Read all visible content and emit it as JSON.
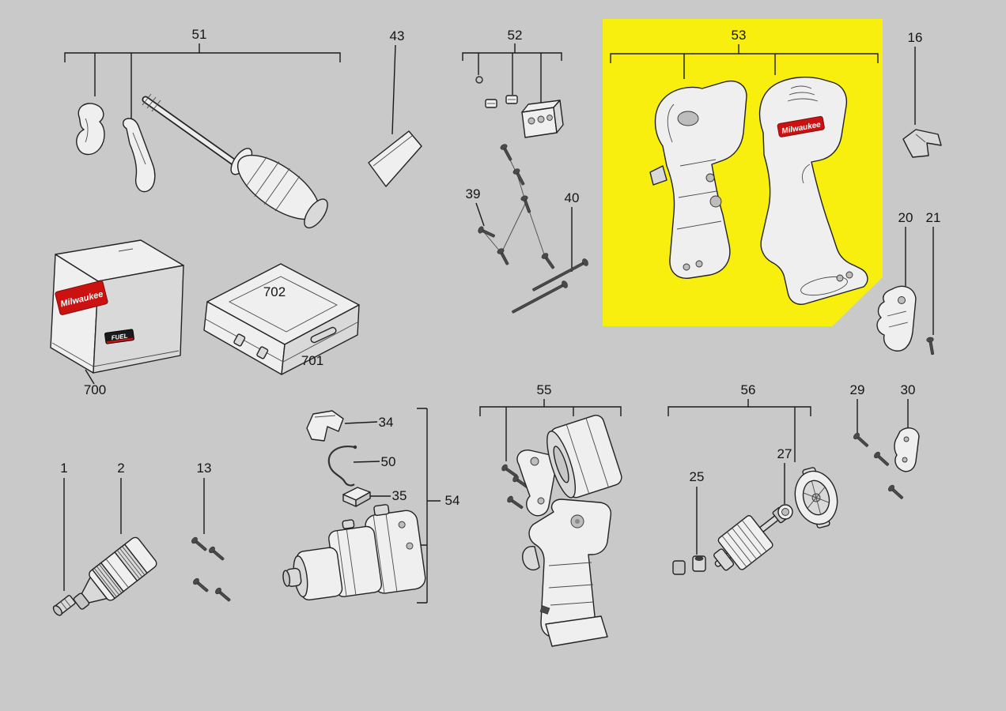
{
  "background": "#c9c9c9",
  "highlight": {
    "color": "#f8ef0e",
    "selected_group": "53"
  },
  "labels": {
    "p1": "1",
    "p2": "2",
    "p13": "13",
    "p16": "16",
    "p20": "20",
    "p21": "21",
    "p25": "25",
    "p27": "27",
    "p29": "29",
    "p30": "30",
    "p34": "34",
    "p35": "35",
    "p39": "39",
    "p40": "40",
    "p43": "43",
    "p50": "50",
    "p51": "51",
    "p52": "52",
    "p53": "53",
    "p54": "54",
    "p55": "55",
    "p56": "56",
    "p700": "700",
    "p701": "701",
    "p702": "702"
  },
  "brand": {
    "case_logo": "Milwaukee",
    "case_badge": "FUEL",
    "housing_logo": "Milwaukee"
  }
}
